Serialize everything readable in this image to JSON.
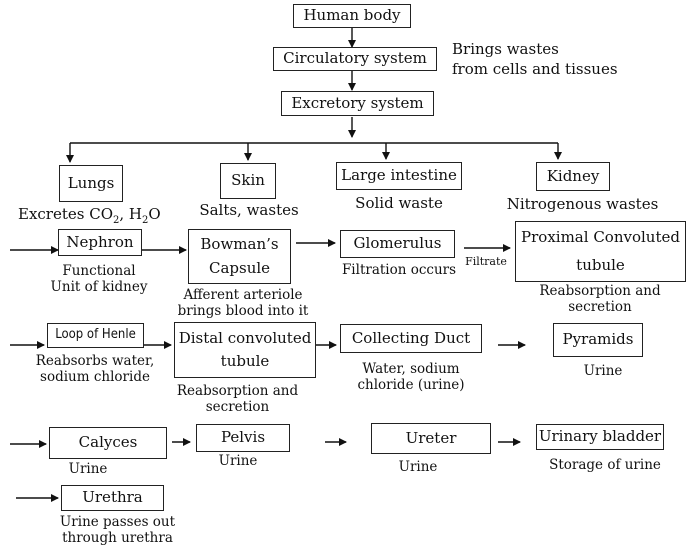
{
  "nodes": {
    "human_body": "Human body",
    "circulatory": "Circulatory system",
    "excretory": "Excretory system",
    "lungs": "Lungs",
    "skin": "Skin",
    "large_intestine": "Large intestine",
    "kidney": "Kidney",
    "nephron": "Nephron",
    "bowmans_1": "Bowman’s",
    "bowmans_2": "Capsule",
    "glomerulus": "Glomerulus",
    "pct_1": "Proximal Convoluted",
    "pct_2": "tubule",
    "loop_henle": "Loop of Henle",
    "dct_1": "Distal convoluted",
    "dct_2": "tubule",
    "collecting_duct": "Collecting Duct",
    "pyramids": "Pyramids",
    "calyces": "Calyces",
    "pelvis": "Pelvis",
    "ureter": "Ureter",
    "urinary_bladder": "Urinary bladder",
    "urethra": "Urethra"
  },
  "labels": {
    "brings_wastes_1": "Brings wastes",
    "brings_wastes_2": "from cells and tissues",
    "lungs_pre": "Excretes CO",
    "lungs_sub1": "2",
    "lungs_mid": ", H",
    "lungs_sub2": "2",
    "lungs_post": "O",
    "skin": "Salts, wastes",
    "large_intestine": "Solid waste",
    "kidney": "Nitrogenous wastes",
    "nephron_1": "Functional",
    "nephron_2": "Unit of kidney",
    "bowmans_1": "Afferent arteriole",
    "bowmans_2": "brings blood into it",
    "glomerulus": "Filtration occurs",
    "filtrate": "Filtrate",
    "pct_1": "Reabsorption and",
    "pct_2": "secretion",
    "loop_1": "Reabsorbs water,",
    "loop_2": "sodium chloride",
    "dct_1": "Reabsorption and",
    "dct_2": "secretion",
    "collecting_1": "Water, sodium",
    "collecting_2": "chloride (urine)",
    "pyramids": "Urine",
    "calyces": "Urine",
    "pelvis": "Urine",
    "ureter": "Urine",
    "bladder": "Storage of urine",
    "urethra_1": "Urine passes out",
    "urethra_2": "through urethra"
  }
}
